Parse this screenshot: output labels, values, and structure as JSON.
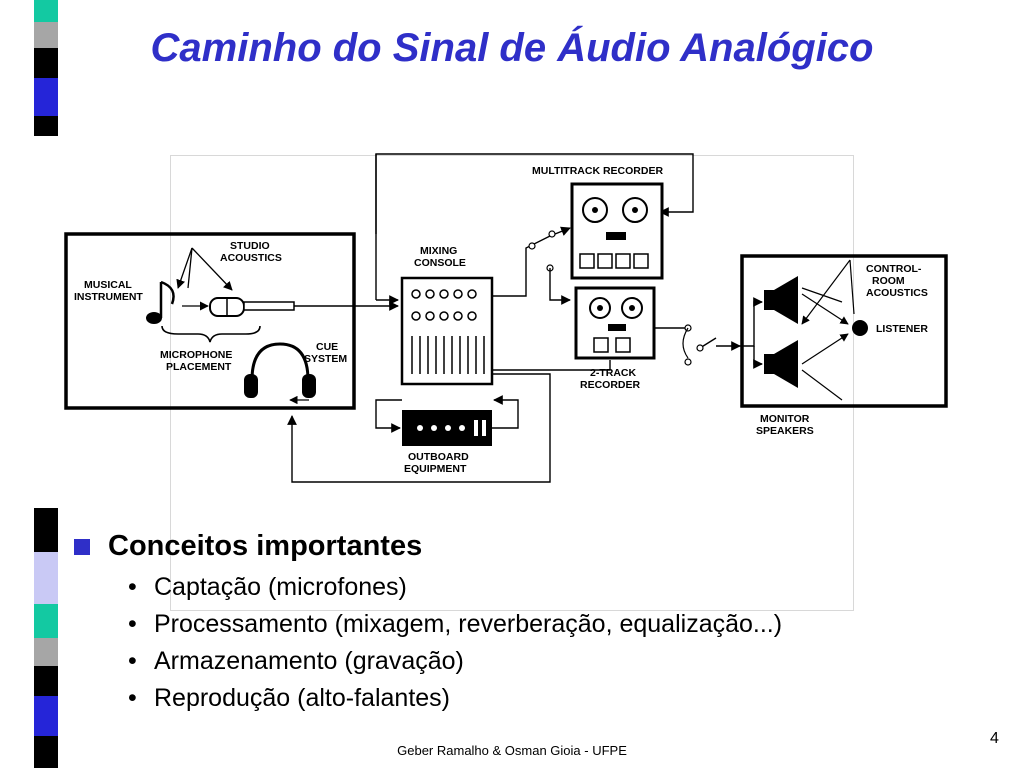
{
  "slide": {
    "title": "Caminho do Sinal de Áudio Analógico",
    "page_number": "4",
    "footer": "Geber Ramalho & Osman Gioia - UFPE"
  },
  "diagram": {
    "studio_acoustics": [
      "STUDIO",
      "ACOUSTICS"
    ],
    "musical_instrument": [
      "MUSICAL",
      "INSTRUMENT"
    ],
    "microphone_placement": [
      "MICROPHONE",
      "PLACEMENT"
    ],
    "cue_system": [
      "CUE",
      "SYSTEM"
    ],
    "mixing_console": [
      "MIXING",
      "CONSOLE"
    ],
    "multitrack_recorder": "MULTITRACK RECORDER",
    "two_track_recorder": [
      "2-TRACK",
      "RECORDER"
    ],
    "outboard_equipment": [
      "OUTBOARD",
      "EQUIPMENT"
    ],
    "control_room_acoustics": [
      "CONTROL-",
      "ROOM",
      "ACOUSTICS"
    ],
    "listener": "LISTENER",
    "monitor_speakers": [
      "MONITOR",
      "SPEAKERS"
    ]
  },
  "content": {
    "heading": "Conceitos importantes",
    "items": [
      "Captação (microfones)",
      "Processamento (mixagem, reverberação, equalização...)",
      "Armazenamento (gravação)",
      "Reprodução (alto-falantes)"
    ]
  },
  "colors": {
    "title_blue": "#2f2fc8",
    "bar_black": "#000000",
    "bar_teal": "#13c9a2",
    "bar_gray": "#a6a6a6",
    "bar_blue": "#2525d8",
    "bar_lavender": "#c9c9f5"
  }
}
